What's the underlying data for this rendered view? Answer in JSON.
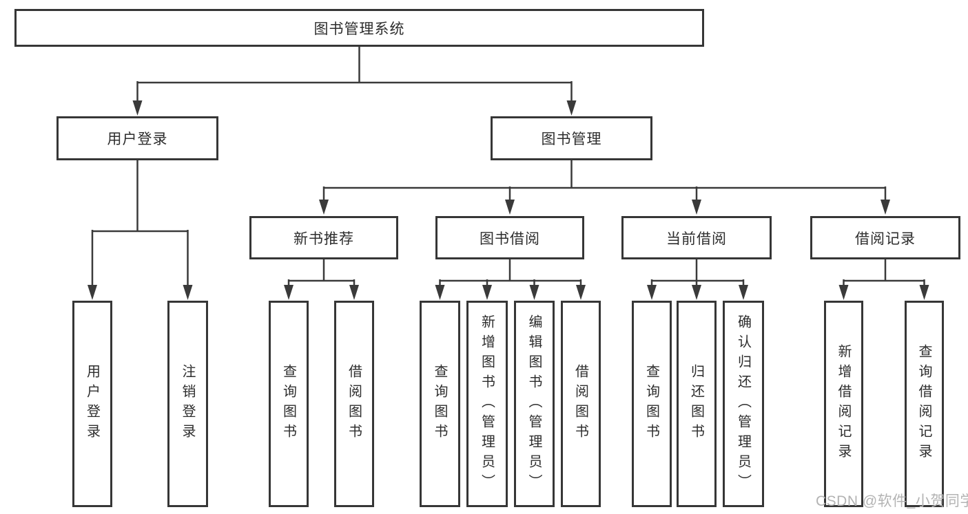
{
  "diagram_title": "图书管理系统",
  "tree": {
    "label": "图书管理系统",
    "children": [
      {
        "label": "用户登录",
        "children": [
          {
            "label": "用户登录"
          },
          {
            "label": "注销登录"
          }
        ]
      },
      {
        "label": "图书管理",
        "children": [
          {
            "label": "新书推荐",
            "children": [
              {
                "label": "查询图书"
              },
              {
                "label": "借阅图书"
              }
            ]
          },
          {
            "label": "图书借阅",
            "children": [
              {
                "label": "查询图书"
              },
              {
                "label": "新增图书（管理员）"
              },
              {
                "label": "编辑图书（管理员）"
              },
              {
                "label": "借阅图书"
              }
            ]
          },
          {
            "label": "当前借阅",
            "children": [
              {
                "label": "查询图书"
              },
              {
                "label": "归还图书"
              },
              {
                "label": "确认归还（管理员）"
              }
            ]
          },
          {
            "label": "借阅记录",
            "children": [
              {
                "label": "新增借阅记录"
              },
              {
                "label": "查询借阅记录"
              }
            ]
          }
        ]
      }
    ]
  },
  "watermark": {
    "text": "CSDN @软件_小贺同学"
  },
  "colors": {
    "background": "#ffffff",
    "line": "#3a3a3a",
    "box_border": "#363636",
    "text": "#2d2d2d",
    "watermark": "#b3b3b3"
  }
}
